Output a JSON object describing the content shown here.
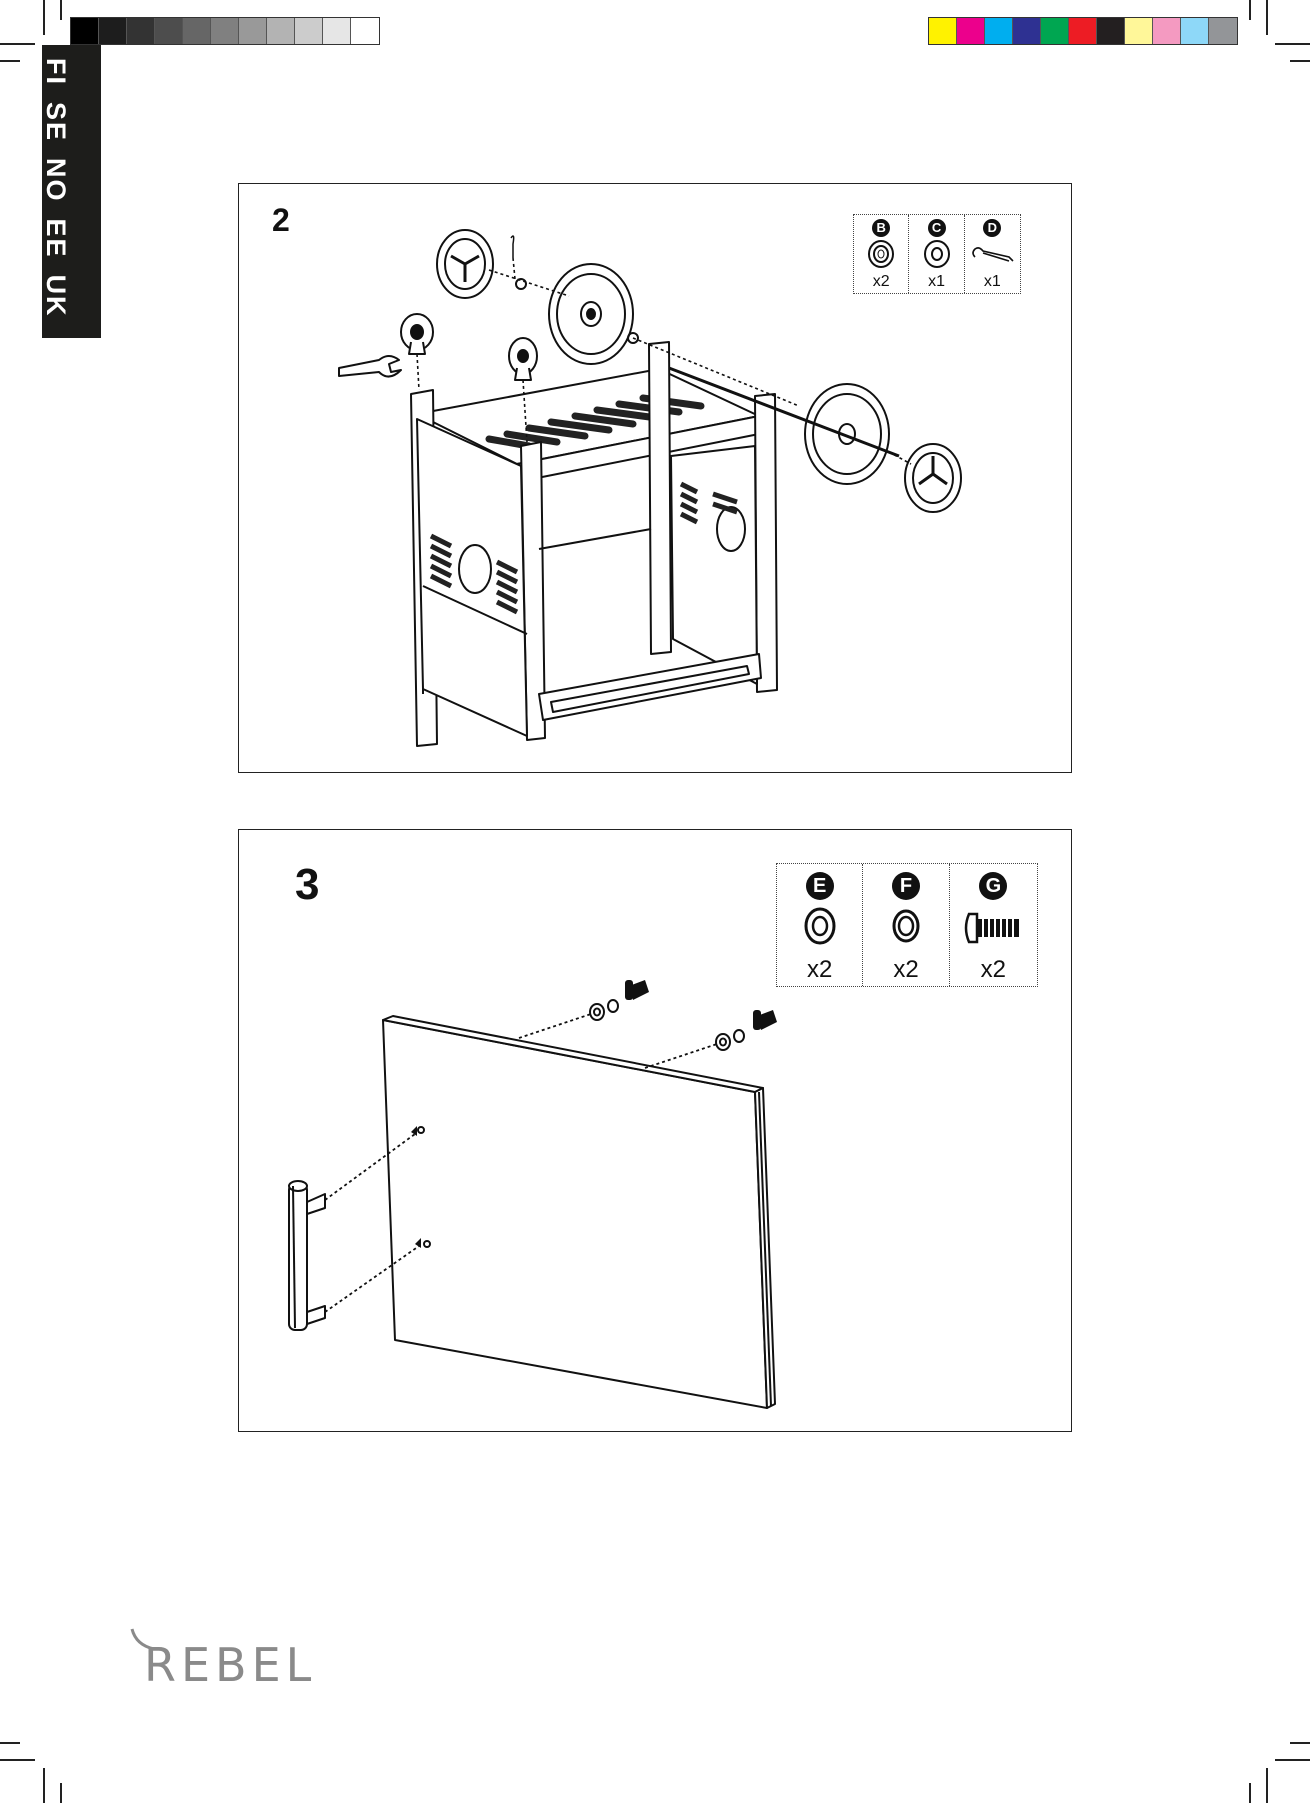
{
  "color_bars": {
    "gray_scale": [
      "#000000",
      "#1d1d1d",
      "#333333",
      "#4d4d4d",
      "#666666",
      "#808080",
      "#999999",
      "#b3b3b3",
      "#cccccc",
      "#e6e6e6",
      "#ffffff"
    ],
    "process_colors": [
      "#fff200",
      "#ec008c",
      "#00aeef",
      "#2e3192",
      "#00a651",
      "#ed1c24",
      "#231f20",
      "#fff799",
      "#f49ac1",
      "#8ed8f8",
      "#939598"
    ]
  },
  "language_tab": {
    "codes": [
      "FI",
      "SE",
      "NO",
      "EE",
      "UK"
    ]
  },
  "step2": {
    "number": "2",
    "parts": [
      {
        "letter": "B",
        "icon": "washer-icon",
        "qty": "x2"
      },
      {
        "letter": "C",
        "icon": "washer-icon",
        "qty": "x1"
      },
      {
        "letter": "D",
        "icon": "cotter-pin-icon",
        "qty": "x1"
      }
    ]
  },
  "step3": {
    "number": "3",
    "parts": [
      {
        "letter": "E",
        "icon": "flat-washer-icon",
        "qty": "x2"
      },
      {
        "letter": "F",
        "icon": "spring-washer-icon",
        "qty": "x2"
      },
      {
        "letter": "G",
        "icon": "bolt-icon",
        "qty": "x2"
      }
    ]
  },
  "brand": {
    "logo_text": "REBEL",
    "logo_color": "#8a8a8a"
  }
}
